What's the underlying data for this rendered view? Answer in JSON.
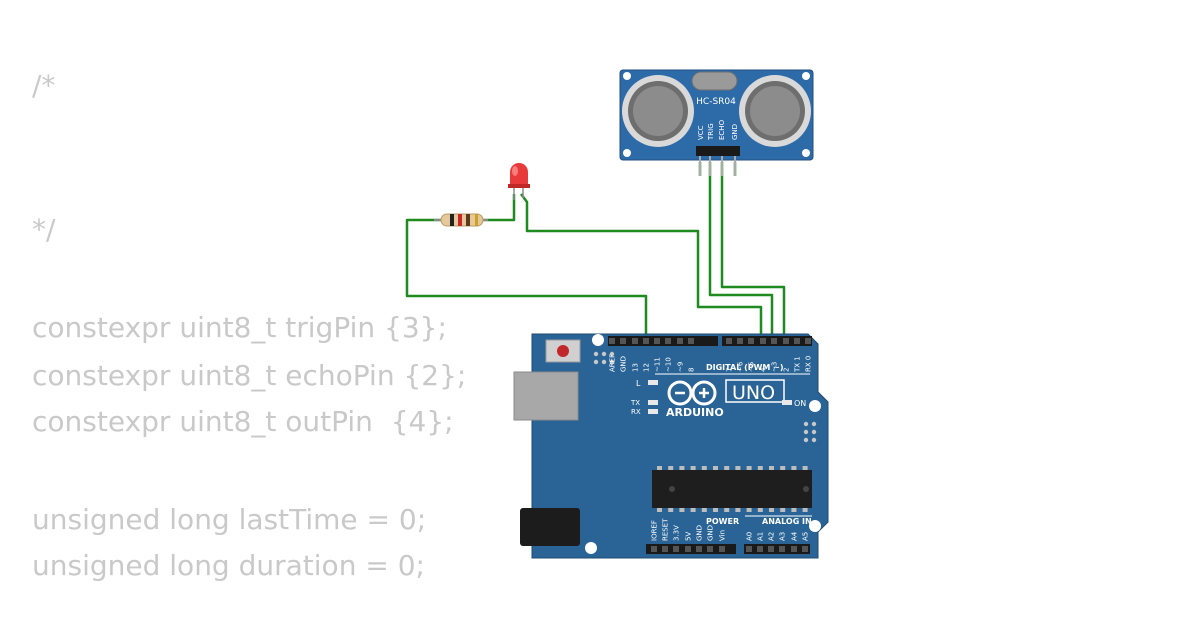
{
  "code_lines": [
    "/*",
    "*/",
    "constexpr uint8_t trigPin {3};",
    "constexpr uint8_t echoPin {2};",
    "constexpr uint8_t outPin  {4};",
    "unsigned long lastTime = 0;",
    "unsigned long duration = 0;"
  ],
  "sensor": {
    "model": "HC-SR04",
    "pins": [
      "VCC",
      "TRIG",
      "ECHO",
      "GND"
    ]
  },
  "arduino": {
    "brand": "ARDUINO",
    "model": "UNO",
    "digital_header": "DIGITAL (PWM ~)",
    "power_header": "POWER",
    "analog_header": "ANALOG IN",
    "on_label": "ON",
    "l_label": "L",
    "tx_label": "TX",
    "rx_label": "RX",
    "top_pins": [
      "AREF",
      "GND",
      "13",
      "12",
      "~11",
      "~10",
      "~9",
      "8",
      "7",
      "~6",
      "~5",
      "4",
      "~3",
      "2",
      "TX 1",
      "RX 0"
    ],
    "power_pins": [
      "IOREF",
      "RESET",
      "3.3V",
      "5V",
      "GND",
      "GND",
      "Vin"
    ],
    "analog_pins": [
      "A0",
      "A1",
      "A2",
      "A3",
      "A4",
      "A5"
    ]
  },
  "colors": {
    "code_text": "#c9c9c9",
    "wire": "#1f8a1f",
    "board": "#2a6496",
    "sensor": "#2d6aa8",
    "led": "#e83a3a"
  }
}
